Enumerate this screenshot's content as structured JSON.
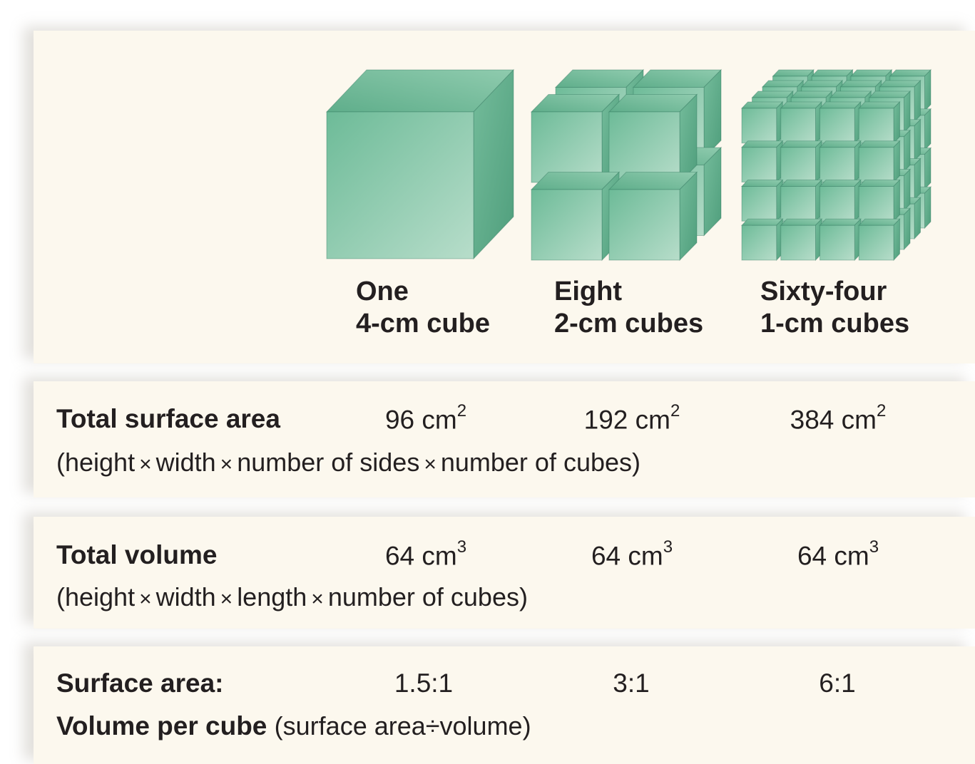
{
  "columns": [
    {
      "label_line1": "One",
      "label_line2": "4-cm cube",
      "surface_area": "96 cm",
      "volume": "64 cm",
      "ratio": "1.5:1",
      "grid": 1
    },
    {
      "label_line1": "Eight",
      "label_line2": "2-cm cubes",
      "surface_area": "192 cm",
      "volume": "64 cm",
      "ratio": "3:1",
      "grid": 2
    },
    {
      "label_line1": "Sixty-four",
      "label_line2": "1-cm cubes",
      "surface_area": "384 cm",
      "volume": "64 cm",
      "ratio": "6:1",
      "grid": 4
    }
  ],
  "exponents": {
    "area": "2",
    "volume": "3"
  },
  "surface_row": {
    "title": "Total surface area",
    "formula_parts": [
      "(height",
      "width",
      "number of sides",
      "number of cubes)"
    ]
  },
  "volume_row": {
    "title": "Total volume",
    "formula_parts": [
      "(height",
      "width",
      "length",
      "number of cubes)"
    ]
  },
  "ratio_row": {
    "title_line1": "Surface area:",
    "title_line2": "Volume per cube",
    "formula": "(surface area÷volume)"
  },
  "symbols": {
    "times": "×"
  },
  "colors": {
    "panel_bg": "#fcf8ee",
    "cube_front": "#8fcdb0",
    "cube_top": "#6fbd9a",
    "cube_side": "#5aa986",
    "text": "#231f20"
  }
}
